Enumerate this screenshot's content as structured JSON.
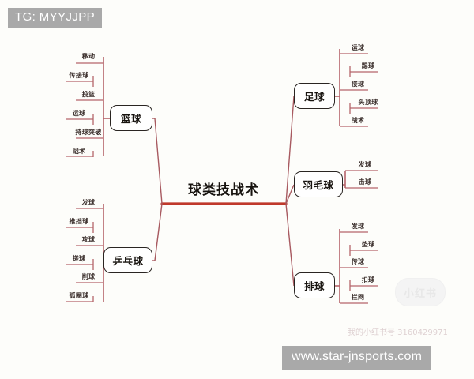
{
  "diagram": {
    "type": "mind-map",
    "root": {
      "label": "球类技战术"
    },
    "branches": [
      {
        "id": "basketball",
        "label": "篮球",
        "side": "left",
        "leaves": [
          "移动",
          "传接球",
          "投篮",
          "运球",
          "持球突破",
          "战术"
        ]
      },
      {
        "id": "table-tennis",
        "label": "乒乓球",
        "side": "left",
        "leaves": [
          "发球",
          "推挡球",
          "攻球",
          "搓球",
          "削球",
          "弧圈球"
        ]
      },
      {
        "id": "soccer",
        "label": "足球",
        "side": "right",
        "leaves": [
          "运球",
          "踢球",
          "接球",
          "头顶球",
          "战术"
        ]
      },
      {
        "id": "badminton",
        "label": "羽毛球",
        "side": "right",
        "leaves": [
          "发球",
          "击球"
        ]
      },
      {
        "id": "volleyball",
        "label": "排球",
        "side": "right",
        "leaves": [
          "发球",
          "垫球",
          "传球",
          "扣球",
          "拦网"
        ]
      }
    ]
  },
  "watermarks": {
    "telegram": "TG: MYYJJPP",
    "website": "www.star-jnsports.com",
    "xiaohongshu_id": "我的小红书号 3160429971",
    "xiaohongshu_logo": "小红书"
  },
  "colors": {
    "trunk": "#c0392b",
    "branch": "#b5646a",
    "node_border": "#2a2522",
    "background": "#fdfdfa",
    "watermark_bg": "#a9a9a9",
    "text": "#17130f"
  }
}
